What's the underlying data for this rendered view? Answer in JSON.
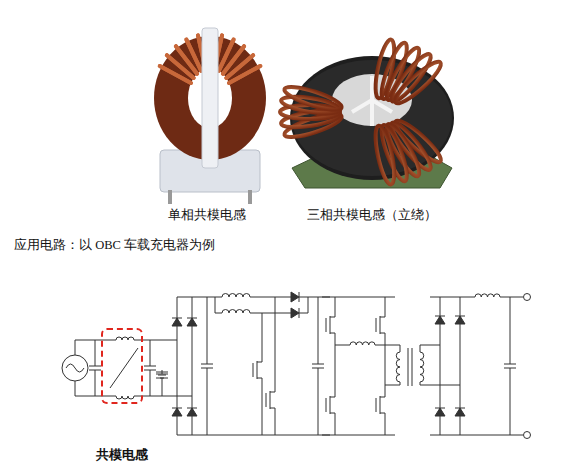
{
  "diagram": {
    "nodes": [
      {
        "text": [
          "共模电感"
        ]
      }
    ],
    "labels": [
      "单相共模电感",
      "三相共模电感（立绕）",
      "应用电路：以 OBC 车载充电器为例"
    ]
  }
}
